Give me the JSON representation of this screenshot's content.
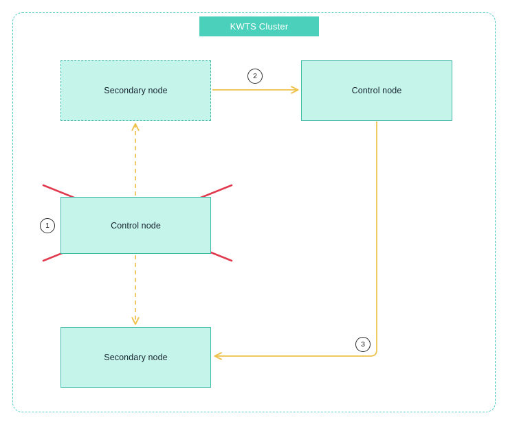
{
  "cluster": {
    "title": "KWTS Cluster",
    "border_style": "dashed",
    "border_color": "#4ecdc4",
    "title_bg": "#4bd0bb",
    "title_color": "#ffffff"
  },
  "theme": {
    "node_fill": "#c4f4ea",
    "node_border": "#3fb8a5",
    "arrow_color": "#eec14a",
    "cross_color": "#e03a4e",
    "text_color": "#16232e",
    "canvas_bg": "#ffffff"
  },
  "nodes": [
    {
      "id": "secondary-top",
      "label": "Secondary node",
      "role": "secondary",
      "border_style": "dashed",
      "state": "promoting"
    },
    {
      "id": "control-right",
      "label": "Control node",
      "role": "control",
      "border_style": "solid",
      "state": "active"
    },
    {
      "id": "control-failed",
      "label": "Control node",
      "role": "control",
      "border_style": "solid",
      "state": "failed"
    },
    {
      "id": "secondary-bottom",
      "label": "Secondary node",
      "role": "secondary",
      "border_style": "solid",
      "state": "active"
    }
  ],
  "steps": [
    {
      "number": "1",
      "marker": "1",
      "describes": "control-node-failure"
    },
    {
      "number": "2",
      "marker": "2",
      "describes": "secondary-promoted-to-control"
    },
    {
      "number": "3",
      "marker": "3",
      "describes": "new-control-notifies-secondary"
    }
  ],
  "connectors": [
    {
      "id": "failed-to-secondary-top",
      "style": "dashed",
      "direction": "up",
      "from": "control-failed",
      "to": "secondary-top"
    },
    {
      "id": "failed-to-secondary-bottom",
      "style": "dashed",
      "direction": "down",
      "from": "control-failed",
      "to": "secondary-bottom"
    },
    {
      "id": "secondary-top-to-control",
      "style": "solid",
      "direction": "right",
      "from": "secondary-top",
      "to": "control-right",
      "step": "2"
    },
    {
      "id": "control-to-secondary-bottom",
      "style": "solid",
      "direction": "left-elbow",
      "from": "control-right",
      "to": "secondary-bottom",
      "step": "3"
    }
  ]
}
